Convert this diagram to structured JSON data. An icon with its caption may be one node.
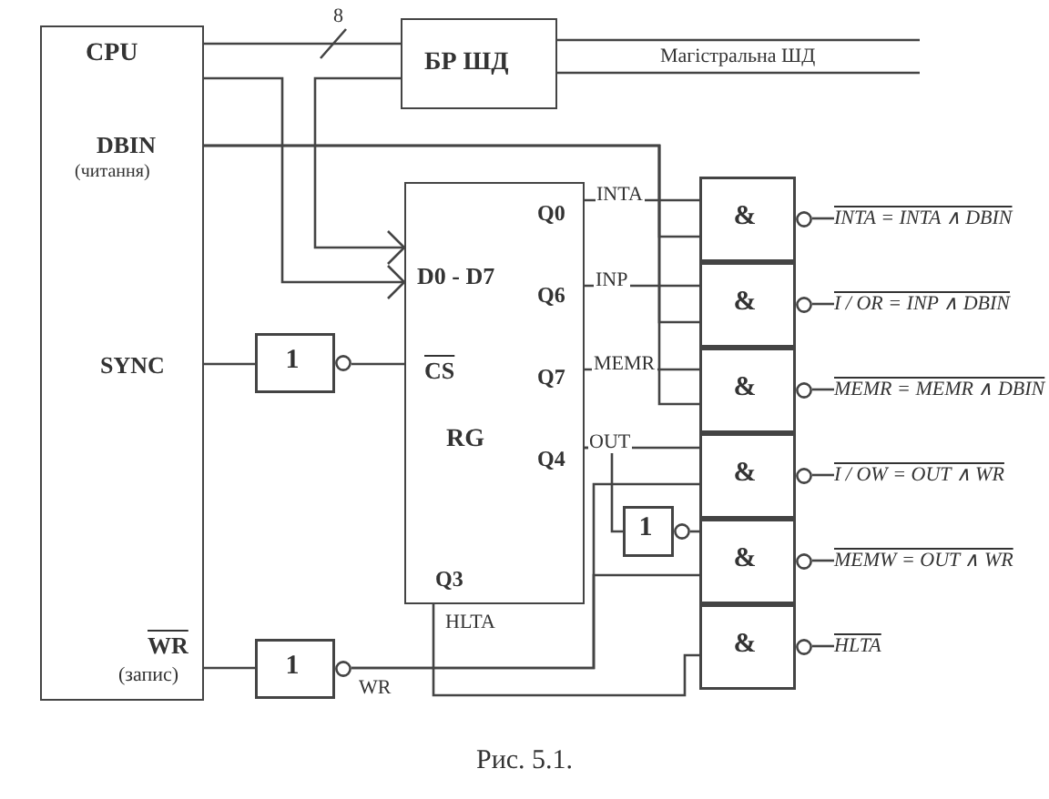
{
  "diagram": {
    "caption": "Рис. 5.1.",
    "nodes": [
      {
        "text": [
          "CPU",
          "DBIN",
          "(читання)",
          "SYNC",
          "WR",
          "(запис)"
        ]
      },
      {
        "text": [
          "БР ШД"
        ]
      },
      {
        "text": [
          "1"
        ]
      },
      {
        "text": [
          "D0 - D7",
          "CS",
          "RG",
          "Q0",
          "Q6",
          "Q7",
          "Q4",
          "Q3"
        ]
      },
      {
        "text": [
          "1"
        ]
      },
      {
        "text": [
          "&"
        ]
      },
      {
        "text": [
          "&"
        ]
      },
      {
        "text": [
          "&"
        ]
      },
      {
        "text": [
          "&"
        ]
      },
      {
        "text": [
          "&"
        ]
      },
      {
        "text": [
          "&"
        ]
      },
      {
        "text": [
          "1"
        ]
      },
      {
        "text": [
          "INTA = INTA ∧ DBIN"
        ]
      },
      {
        "text": [
          "I / OR = INP ∧ DBIN"
        ]
      },
      {
        "text": [
          "MEMR = MEMR ∧ DBIN"
        ]
      },
      {
        "text": [
          "I / OW = OUT ∧ WR"
        ]
      },
      {
        "text": [
          "MEMW = OUT ∧ WR"
        ]
      },
      {
        "text": [
          "HLTA"
        ]
      }
    ],
    "edges": [
      {
        "from": 0,
        "to": 1,
        "arrow": "none",
        "label": "8"
      },
      {
        "from": 0,
        "to": 3,
        "arrow": "to"
      },
      {
        "from": 1,
        "to": 3,
        "arrow": "to"
      },
      {
        "from": 1,
        "to": null,
        "arrow": "none",
        "label": "Магістральна ШД"
      },
      {
        "from": 0,
        "to": 5,
        "arrow": "none"
      },
      {
        "from": 0,
        "to": 6,
        "arrow": "none"
      },
      {
        "from": 0,
        "to": 7,
        "arrow": "none"
      },
      {
        "from": 0,
        "to": 2,
        "arrow": "none"
      },
      {
        "from": 2,
        "to": 3,
        "arrow": "none"
      },
      {
        "from": 0,
        "to": 4,
        "arrow": "none"
      },
      {
        "from": 3,
        "to": 5,
        "arrow": "none",
        "label": "INTA"
      },
      {
        "from": 3,
        "to": 6,
        "arrow": "none",
        "label": "INP"
      },
      {
        "from": 3,
        "to": 7,
        "arrow": "none",
        "label": "MEMR"
      },
      {
        "from": 3,
        "to": 8,
        "arrow": "none",
        "label": "OUT"
      },
      {
        "from": 3,
        "to": 11,
        "arrow": "none"
      },
      {
        "from": 11,
        "to": 9,
        "arrow": "none"
      },
      {
        "from": 4,
        "to": 8,
        "arrow": "none",
        "label": "WR"
      },
      {
        "from": 4,
        "to": 9,
        "arrow": "none"
      },
      {
        "from": 3,
        "to": 10,
        "arrow": "none",
        "label": "HLTA"
      },
      {
        "from": 5,
        "to": 12,
        "arrow": "none"
      },
      {
        "from": 6,
        "to": 13,
        "arrow": "none"
      },
      {
        "from": 7,
        "to": 14,
        "arrow": "none"
      },
      {
        "from": 8,
        "to": 15,
        "arrow": "none"
      },
      {
        "from": 9,
        "to": 16,
        "arrow": "none"
      },
      {
        "from": 10,
        "to": 17,
        "arrow": "none"
      }
    ]
  }
}
